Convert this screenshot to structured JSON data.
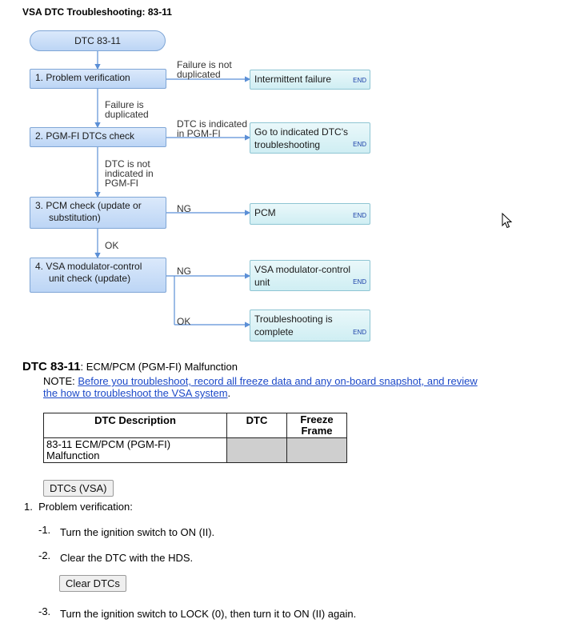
{
  "page": {
    "title": "VSA DTC Troubleshooting: 83-11"
  },
  "flowchart": {
    "start": "DTC 83-11",
    "steps": [
      {
        "line1": "1. Problem verification",
        "line2": ""
      },
      {
        "line1": "2. PGM-FI DTCs check",
        "line2": ""
      },
      {
        "line1": "3. PCM check (update or",
        "line2": "substitution)"
      },
      {
        "line1": "4. VSA modulator-control",
        "line2": "unit check (update)"
      }
    ],
    "results": [
      {
        "line1": "Intermittent failure",
        "line2": "",
        "end": "END"
      },
      {
        "line1": "Go to indicated DTC's",
        "line2": "troubleshooting",
        "end": "END"
      },
      {
        "line1": "PCM",
        "line2": "",
        "end": "END"
      },
      {
        "line1": "VSA modulator-control",
        "line2": "unit",
        "end": "END"
      },
      {
        "line1": "Troubleshooting is",
        "line2": "complete",
        "end": "END"
      }
    ],
    "labels": {
      "l1a": "Failure is not",
      "l1b": "duplicated",
      "d1a": "Failure is",
      "d1b": "duplicated",
      "l2a": "DTC is indicated",
      "l2b": "in PGM-FI",
      "d2a": "DTC is not",
      "d2b": "indicated in",
      "d2c": "PGM-FI",
      "l3": "NG",
      "d3": "OK",
      "l4": "NG",
      "l5": "OK"
    }
  },
  "dtc": {
    "code": "DTC 83-11",
    "description": ": ECM/PCM (PGM-FI) Malfunction",
    "note_prefix": "NOTE: ",
    "note_link": "Before you troubleshoot, record all freeze data and any on-board snapshot, and review the how to troubleshoot the VSA system",
    "note_suffix": "."
  },
  "table": {
    "headers": {
      "desc": "DTC Description",
      "dtc": "DTC",
      "freeze1": "Freeze",
      "freeze2": "Frame"
    },
    "row": {
      "line1": "83-11 ECM/PCM (PGM-FI)",
      "line2": "Malfunction",
      "dtc": "",
      "freeze": ""
    }
  },
  "buttons": {
    "dtcs": "DTCs (VSA)",
    "clear": "Clear DTCs"
  },
  "procedure": {
    "step1": "Problem verification:",
    "step1_num": "1.",
    "substeps": [
      {
        "num": "-1.",
        "text": "Turn the ignition switch to ON (II)."
      },
      {
        "num": "-2.",
        "text": "Clear the DTC with the HDS."
      },
      {
        "num": "-3.",
        "text": "Turn the ignition switch to LOCK (0), then turn it to ON (II) again."
      }
    ]
  },
  "colors": {
    "link": "#1c49c8",
    "flow_line": "#5b8fd6"
  }
}
